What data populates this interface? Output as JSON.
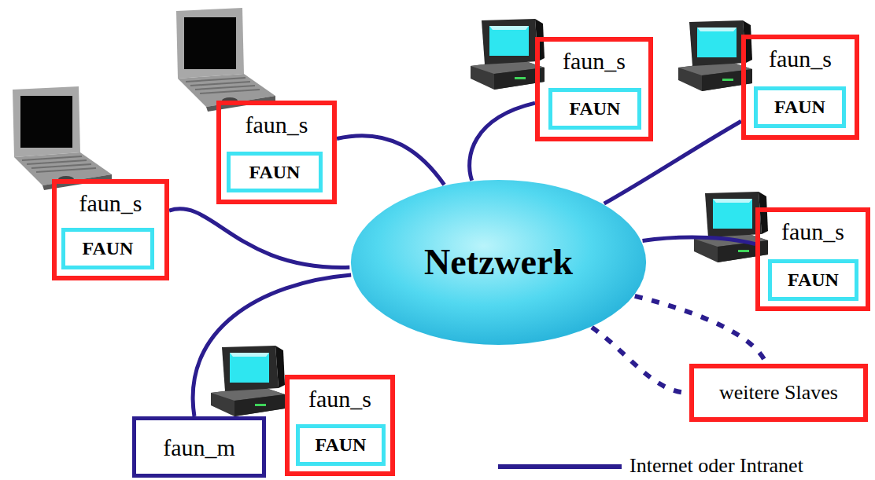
{
  "diagram": {
    "nodes": [
      {
        "text": [
          "faun_s"
        ]
      },
      {
        "text": [
          "FAUN"
        ],
        "in": 0
      },
      {
        "text": [
          "faun_s"
        ]
      },
      {
        "text": [
          "FAUN"
        ],
        "in": 2
      },
      {
        "text": [
          "faun_s"
        ]
      },
      {
        "text": [
          "FAUN"
        ],
        "in": 4
      },
      {
        "text": [
          "faun_s"
        ]
      },
      {
        "text": [
          "FAUN"
        ],
        "in": 6
      },
      {
        "text": [
          "Netzwerk"
        ]
      },
      {
        "text": [
          "faun_s"
        ]
      },
      {
        "text": [
          "FAUN"
        ],
        "in": 9
      },
      {
        "text": [
          "weitere Slaves"
        ]
      },
      {
        "text": [
          "faun_m"
        ]
      },
      {
        "text": [
          "faun_s"
        ]
      },
      {
        "text": [
          "FAUN"
        ],
        "in": 13
      }
    ],
    "edges": [
      {
        "from": 6,
        "to": 8,
        "arrow": "none"
      },
      {
        "from": 0,
        "to": 8,
        "arrow": "none"
      },
      {
        "from": 2,
        "to": 8,
        "arrow": "none"
      },
      {
        "from": 4,
        "to": 8,
        "arrow": "none"
      },
      {
        "from": 9,
        "to": 8,
        "arrow": "none"
      },
      {
        "from": 12,
        "to": 8,
        "arrow": "none"
      },
      {
        "from": 8,
        "to": 11,
        "arrow": "none"
      },
      {
        "from": 8,
        "to": 11,
        "arrow": "none"
      }
    ],
    "legend": [
      {
        "text": "Internet oder Intranet"
      }
    ]
  }
}
